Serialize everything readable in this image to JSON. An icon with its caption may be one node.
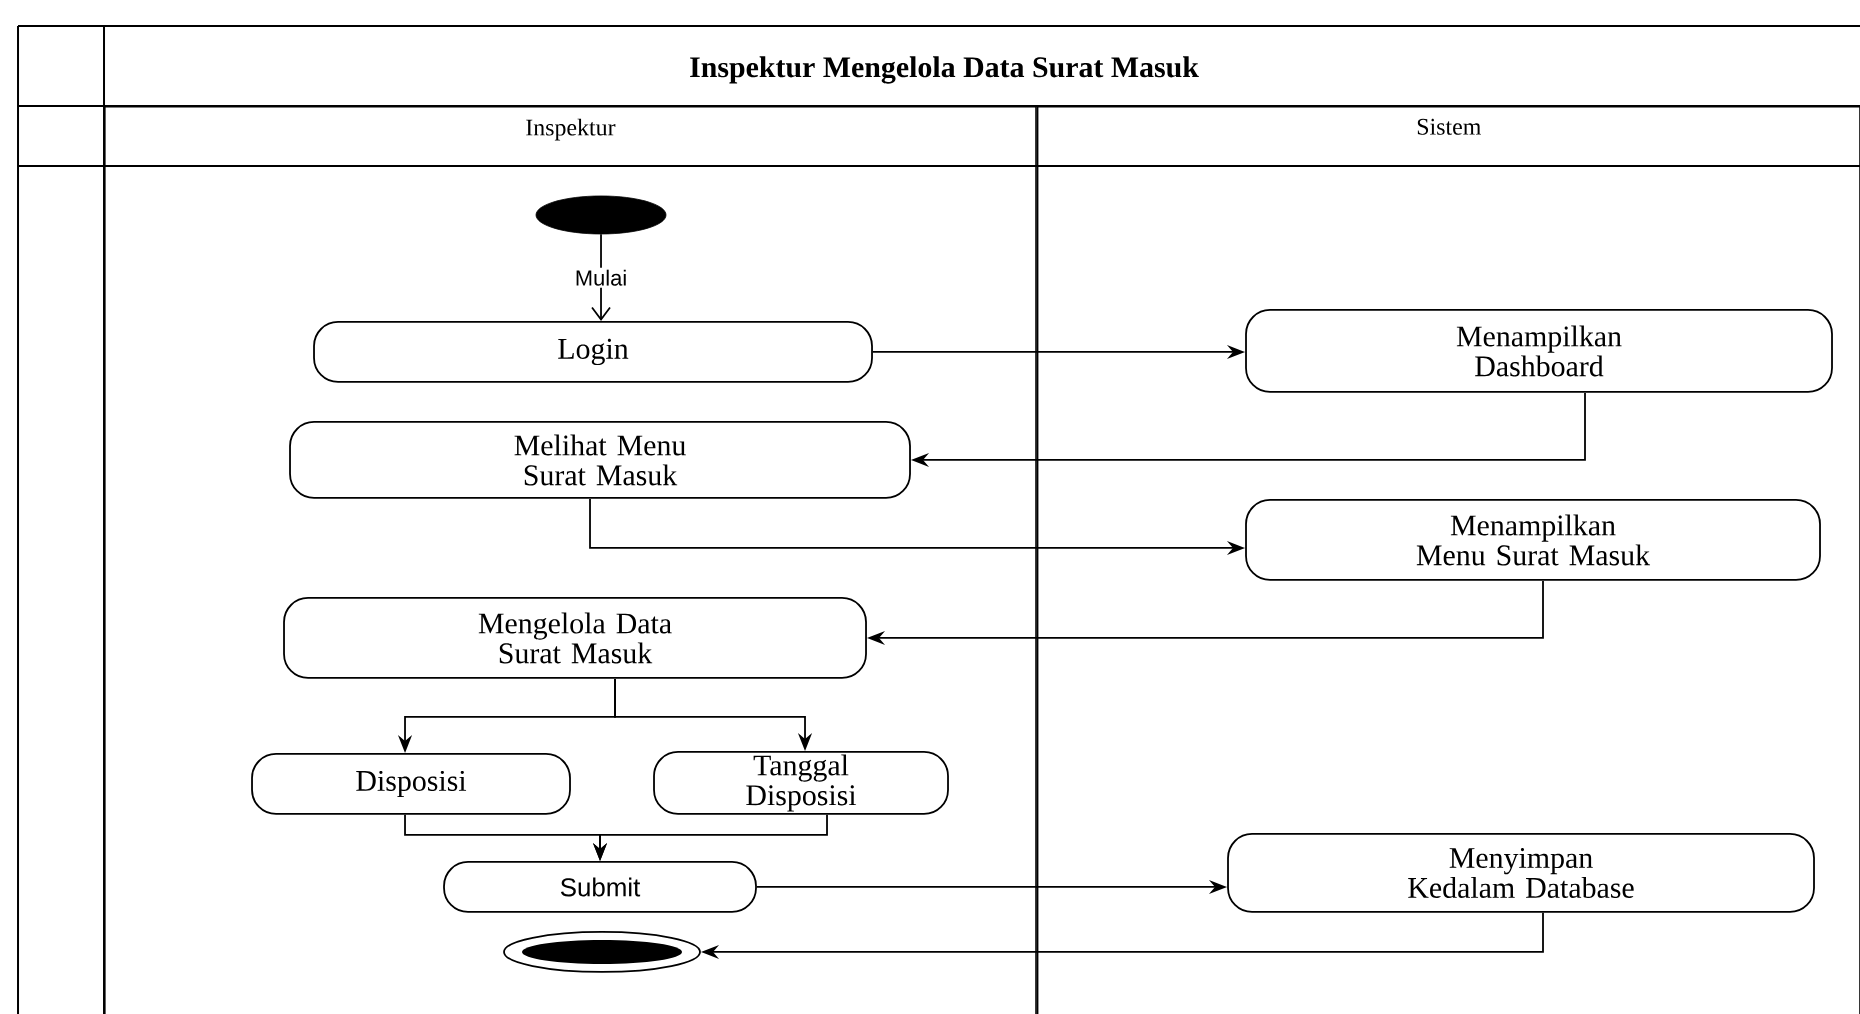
{
  "diagram": {
    "title": "Inspektur Mengelola Data Surat Masuk",
    "nodes": [
      {
        "text": [
          "Inspektur"
        ]
      },
      {
        "text": [],
        "shape": "circle",
        "in": 0
      },
      {
        "text": [
          "Login"
        ],
        "in": 0
      },
      {
        "text": [
          "Melihat Menu Surat Masuk"
        ],
        "in": 0
      },
      {
        "text": [
          "Mengelola Data Surat Masuk"
        ],
        "in": 0
      },
      {
        "text": [
          "Disposisi"
        ],
        "in": 0
      },
      {
        "text": [
          "Tanggal Disposisi"
        ],
        "in": 0
      },
      {
        "text": [
          "Submit"
        ],
        "in": 0
      },
      {
        "text": [],
        "shape": "bullseye",
        "in": 0
      },
      {
        "text": [
          "Sistem"
        ]
      },
      {
        "text": [
          "Menampilkan Dashboard"
        ],
        "in": 9
      },
      {
        "text": [
          "Menampilkan Menu Surat Masuk"
        ],
        "in": 9
      },
      {
        "text": [
          "Menyimpan Kedalam Database"
        ],
        "in": 9
      }
    ],
    "edges": [
      {
        "from": 1,
        "to": 2,
        "arrow": "to",
        "label": "Mulai"
      },
      {
        "from": 2,
        "to": 10,
        "arrow": "to"
      },
      {
        "from": 10,
        "to": 3,
        "arrow": "to"
      },
      {
        "from": 3,
        "to": 11,
        "arrow": "to"
      },
      {
        "from": 11,
        "to": 4,
        "arrow": "to"
      },
      {
        "from": 4,
        "to": 5,
        "arrow": "to"
      },
      {
        "from": 4,
        "to": 6,
        "arrow": "to"
      },
      {
        "from": 5,
        "to": 7,
        "arrow": "to"
      },
      {
        "from": 6,
        "to": 7,
        "arrow": "to"
      },
      {
        "from": 7,
        "to": 12,
        "arrow": "to"
      },
      {
        "from": 12,
        "to": 8,
        "arrow": "to"
      }
    ]
  }
}
